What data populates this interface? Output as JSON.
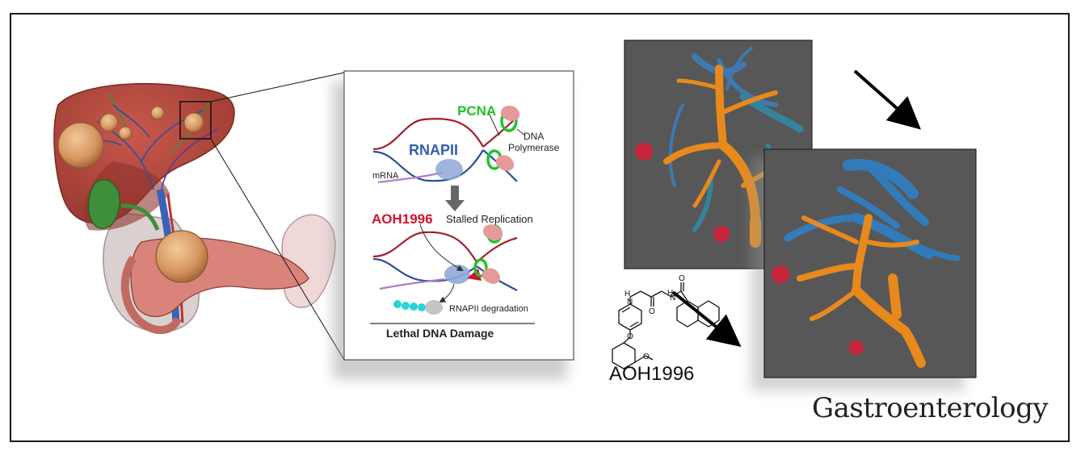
{
  "journal_name": "Gastroenterology",
  "mechanism_panel": {
    "pcna_label": "PCNA",
    "dna_polymerase_label_line1": "DNA",
    "dna_polymerase_label_line2": "Polymerase",
    "rnapii_label": "RNAPII",
    "mrna_label": "mRNA",
    "drug_label": "AOH1996",
    "stalled_label": "Stalled Replication",
    "degradation_label": "RNAPII degradation",
    "outcome_label": "Lethal DNA Damage"
  },
  "compound_label": "AOH1996",
  "colors": {
    "liver": "#b3463c",
    "tumor": "#d9a46a",
    "pancreas": "#d9837a",
    "gallbladder": "#3e8e3a",
    "rnapii_blue": "#2f5fb0",
    "drug_red": "#d0142c",
    "pcna_green": "#22c22a",
    "vessel_orange": "#e8891c",
    "vessel_blue": "#2f7fc4",
    "tumor_red": "#c8243c",
    "panel_gray": "#575757"
  }
}
